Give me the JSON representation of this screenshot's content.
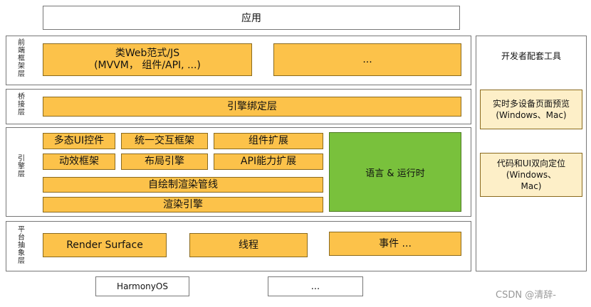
{
  "top_layer": {
    "label": "应用"
  },
  "frontend_layer": {
    "side_label": "前端框架层",
    "blocks": [
      "类Web范式/JS\n(MVVM， 组件/API, ...)",
      "..."
    ]
  },
  "bridge_layer": {
    "side_label": "桥接层",
    "blocks": [
      "引擎绑定层"
    ]
  },
  "engine_layer": {
    "side_label": "引擎层",
    "row1": [
      "多态UI控件",
      "统一交互框架",
      "组件扩展"
    ],
    "row2": [
      "动效框架",
      "布局引擎",
      "API能力扩展"
    ],
    "pipeline": "自绘制渲染管线",
    "render": "渲染引擎",
    "runtime": "语言 & 运行时"
  },
  "platform_layer": {
    "side_label": "平台抽象层",
    "blocks": [
      "Render Surface",
      "线程",
      "事件 ..."
    ]
  },
  "os_row": [
    "HarmonyOS",
    "..."
  ],
  "tools": {
    "title": "开发者配套工具",
    "items": [
      "实时多设备页面预览\n(Windows、Mac)",
      "代码和UI双向定位\n(Windows、\nMac)"
    ]
  },
  "watermark": "CSDN @清辞-"
}
